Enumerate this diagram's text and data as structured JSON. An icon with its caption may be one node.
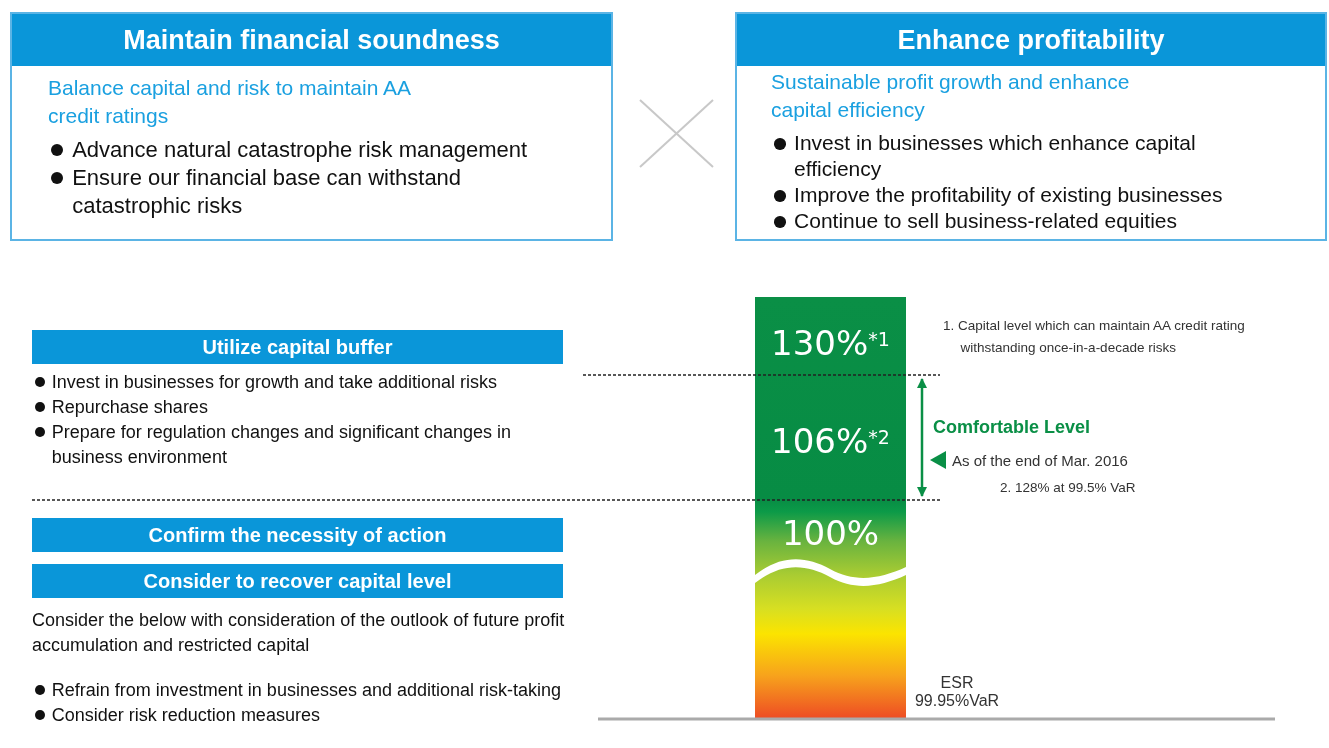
{
  "diagram": {
    "nodes": [
      {
        "text": [
          "Maintain financial soundness",
          "Balance capital and risk to maintain AA credit ratings",
          "Advance natural catastrophe risk management",
          "Ensure our financial base can withstand catastrophic risks"
        ]
      },
      {
        "text": [
          "Enhance profitability",
          "Sustainable profit growth and enhance capital efficiency",
          "Invest in businesses which enhance capital efficiency",
          "Improve the profitability of existing businesses",
          "Continue to sell business-related equities"
        ]
      },
      {
        "text": [
          "Utilize capital buffer"
        ],
        "beside": [
          "Invest in businesses for growth and take additional risks",
          "Repurchase shares",
          "Prepare for regulation changes and significant changes in business environment"
        ]
      },
      {
        "text": [
          "Confirm the necessity of action"
        ]
      },
      {
        "text": [
          "Consider to recover capital level"
        ],
        "beside": [
          "Consider the below with consideration of the outlook of future profit accumulation and restricted capital",
          "Refrain from investment in businesses and additional risk-taking",
          "Consider risk reduction measures"
        ]
      },
      {
        "text": [
          "130%$^{*1}$",
          "106%$^{*2}$",
          "100%"
        ],
        "beside": [
          "ESR 99.95%VaR"
        ]
      }
    ],
    "labels": [
      "1. Capital level which can maintain AA credit rating withstanding once-in-a-decade risks",
      "Comfortable Level",
      "As of the end of Mar. 2016",
      "2. 128% at 99.5% VaR"
    ]
  }
}
